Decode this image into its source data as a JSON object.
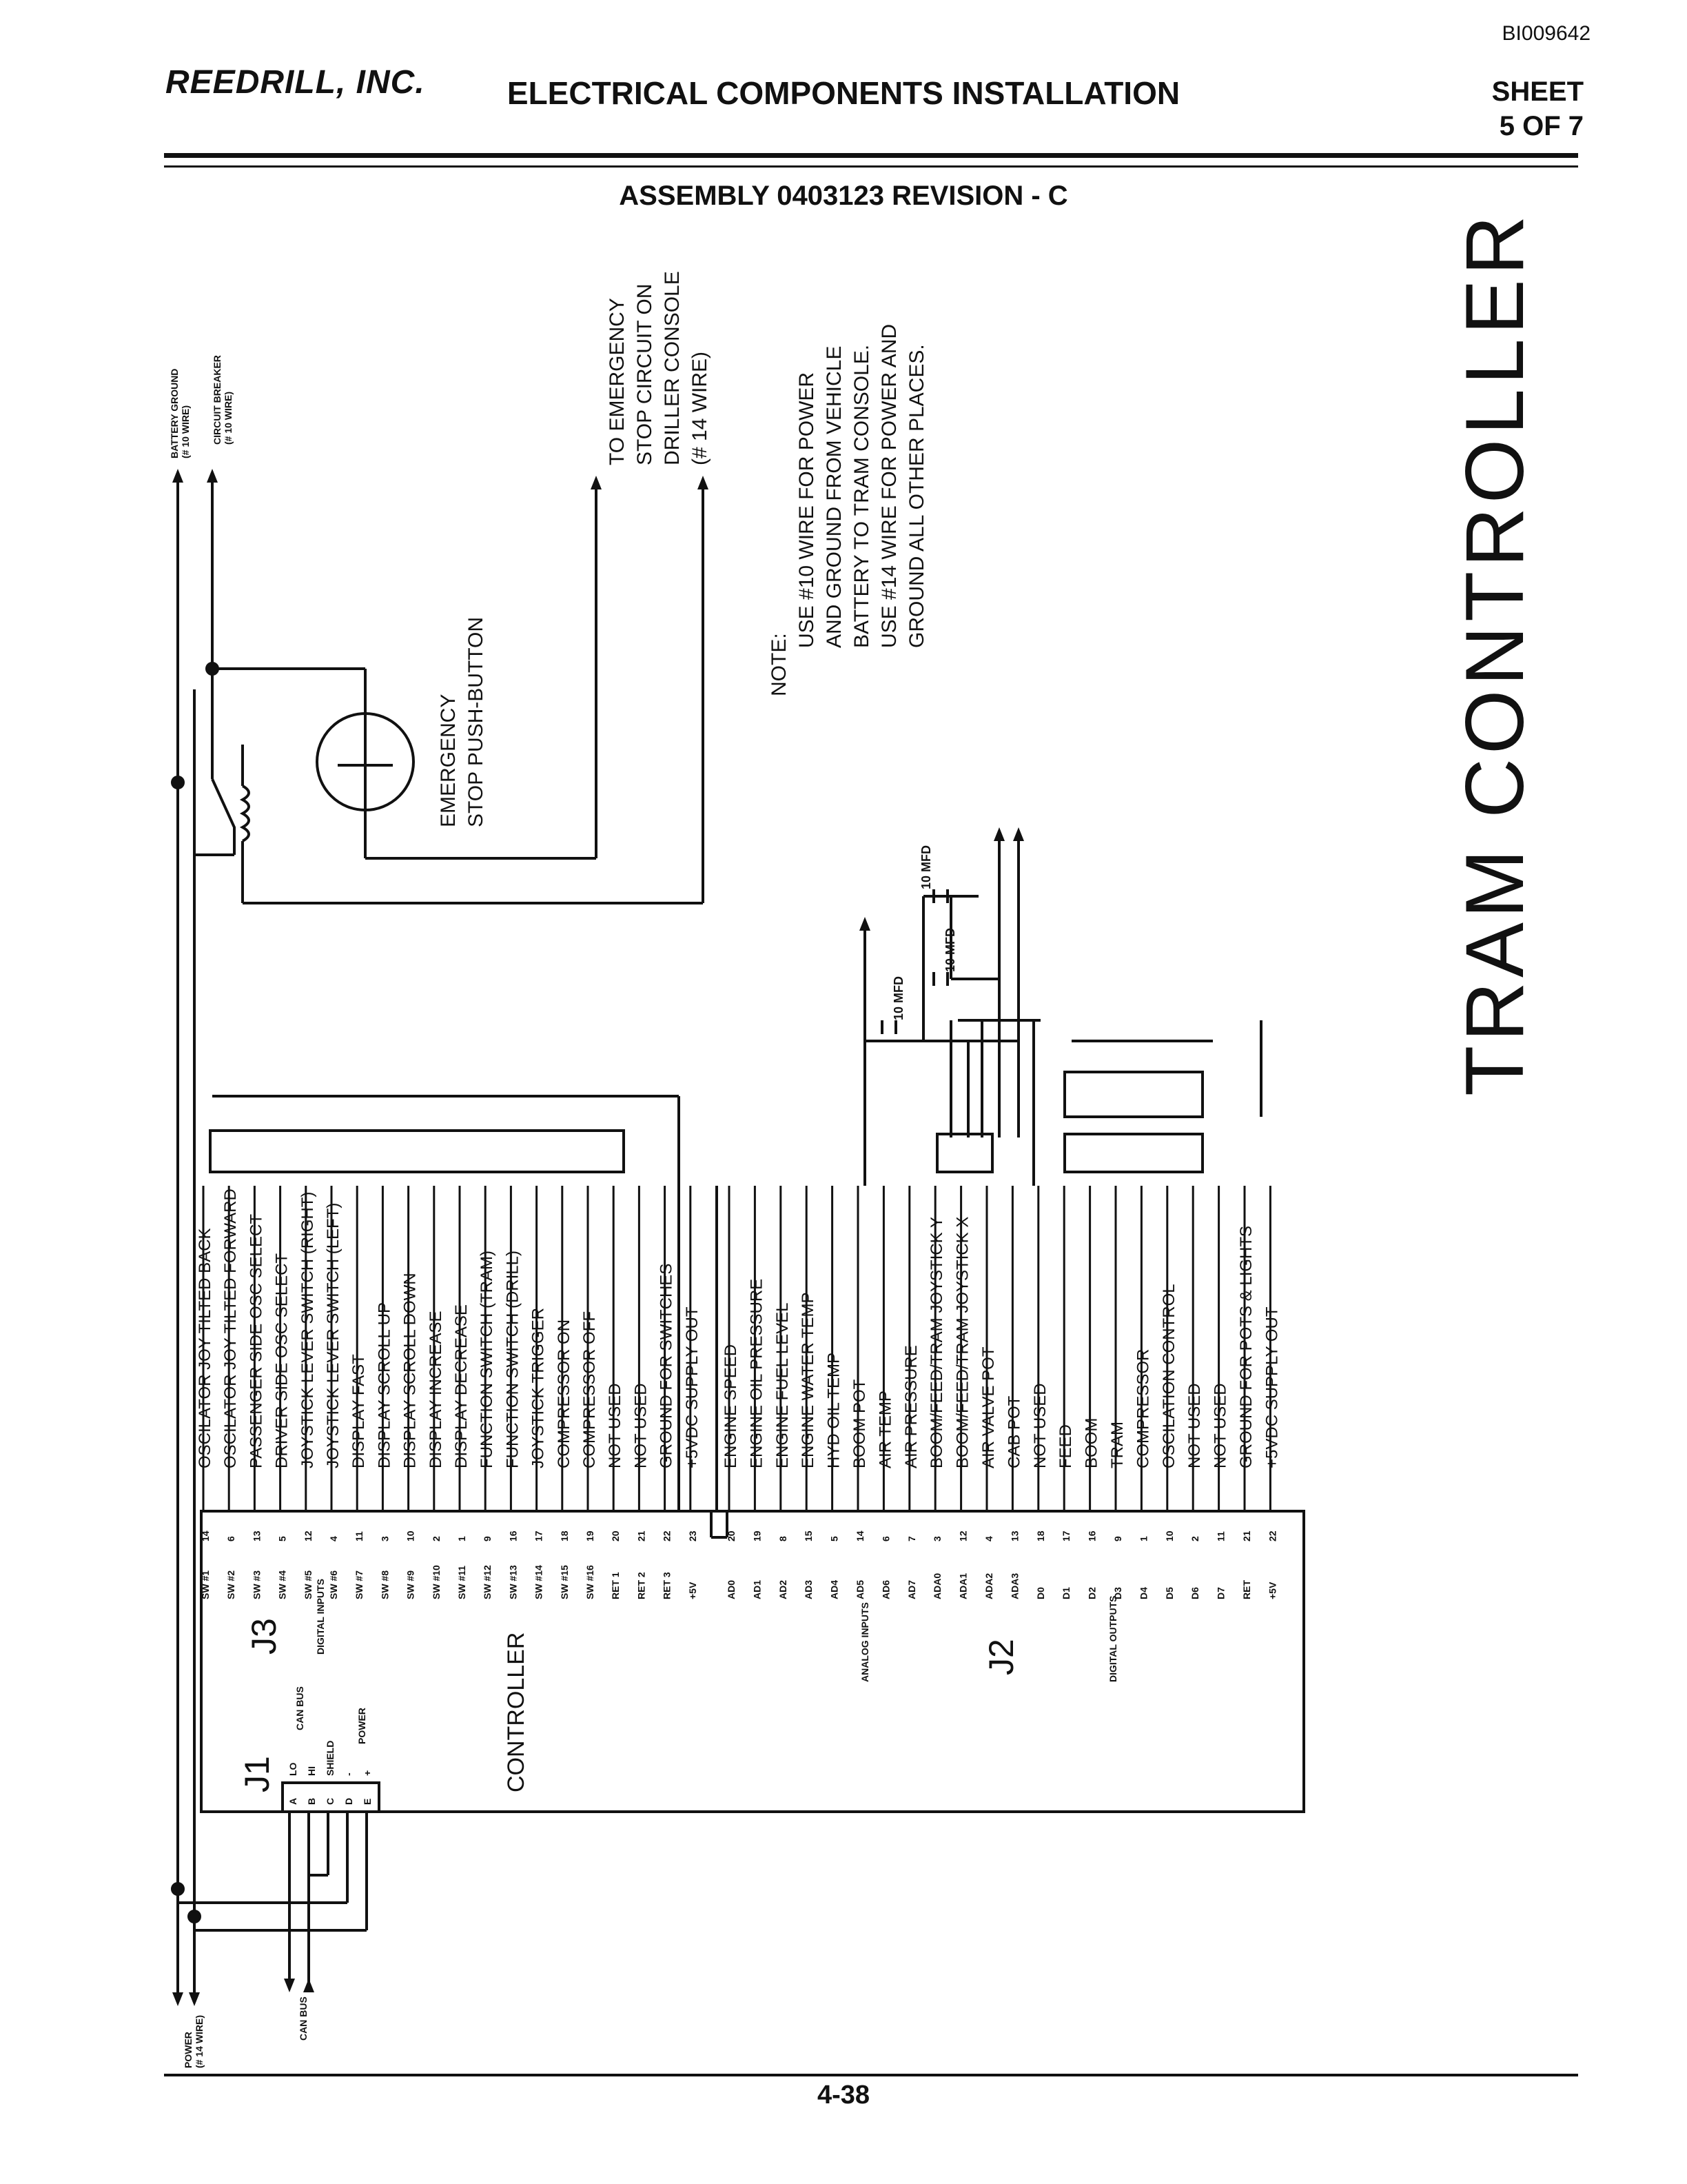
{
  "header": {
    "doc_id": "BI009642",
    "logo": "REEDRILL, INC.",
    "title": "ELECTRICAL COMPONENTS INSTALLATION",
    "sheet_label": "SHEET",
    "sheet_num": "5 OF 7",
    "assembly": "ASSEMBLY 0403123 REVISION - C"
  },
  "side_title": "TRAM CONTROLLER",
  "page_number": "4-38",
  "top_labels": {
    "battery_ground": [
      "BATTERY GROUND",
      "(# 10 WIRE)"
    ],
    "circuit_breaker": [
      "CIRCUIT BREAKER",
      "(# 10 WIRE)"
    ],
    "emergency_stop": [
      "TO EMERGENCY",
      "STOP CIRCUIT ON",
      "DRILLER CONSOLE",
      "(# 14 WIRE)"
    ],
    "pushbutton": [
      "EMERGENCY",
      "STOP PUSH-BUTTON"
    ]
  },
  "note": [
    "NOTE:",
    "USE #10 WIRE FOR POWER",
    "AND GROUND FROM VEHICLE",
    "BATTERY TO TRAM CONSOLE.",
    "USE #14 WIRE FOR POWER AND",
    "GROUND ALL OTHER PLACES."
  ],
  "capacitor_label": "10 MFD",
  "bottom_labels": {
    "power": [
      "POWER",
      "(# 14 WIRE)"
    ],
    "can_bus": "CAN BUS"
  },
  "controller": {
    "label": "CONTROLLER",
    "j1": {
      "title": "J1",
      "pins": [
        "A",
        "B",
        "C",
        "D",
        "E"
      ],
      "signals": [
        "LO",
        "HI",
        "SHIELD",
        "-",
        "+"
      ],
      "group_labels": [
        "CAN BUS",
        "POWER"
      ]
    },
    "j3": {
      "title": "J3",
      "subtitle": "DIGITAL INPUTS",
      "signals": [
        "SW #1",
        "SW #2",
        "SW #3",
        "SW #4",
        "SW #5",
        "SW #6",
        "SW #7",
        "SW #8",
        "SW #9",
        "SW #10",
        "SW #11",
        "SW #12",
        "SW #13",
        "SW #14",
        "SW #15",
        "SW #16",
        "RET 1",
        "RET 2",
        "RET 3",
        "+5V"
      ],
      "pins": [
        "14",
        "6",
        "13",
        "5",
        "12",
        "4",
        "11",
        "3",
        "10",
        "2",
        "1",
        "9",
        "16",
        "17",
        "18",
        "19",
        "20",
        "21",
        "22",
        "23"
      ],
      "functions": [
        "OSCILATOR JOY TILTED BACK",
        "OSCILATOR JOY TILTED FORWARD",
        "PASSENGER SIDE OSC SELECT",
        "DRIVER SIDE OSC SELECT",
        "JOYSTICK LEVER SWITCH (RIGHT)",
        "JOYSTICK LEVER SWITCH (LEFT)",
        "DISPLAY FAST",
        "DISPLAY SCROLL UP",
        "DISPLAY SCROLL DOWN",
        "DISPLAY INCREASE",
        "DISPLAY DECREASE",
        "FUNCTION SWITCH (TRAM)",
        "FUNCTION SWITCH (DRILL)",
        "JOYSTICK TRIGGER",
        "COMPRESSOR ON",
        "COMPRESSOR OFF",
        "NOT USED",
        "NOT USED",
        "GROUND FOR SWITCHES",
        "+5VDC SUPPLY OUT"
      ]
    },
    "j2": {
      "title": "J2",
      "analog_label": "ANALOG INPUTS",
      "digital_label": "DIGITAL OUTPUTS",
      "signals": [
        "AD0",
        "AD1",
        "AD2",
        "AD3",
        "AD4",
        "AD5",
        "AD6",
        "AD7",
        "ADA0",
        "ADA1",
        "ADA2",
        "ADA3",
        "D0",
        "D1",
        "D2",
        "D3",
        "D4",
        "D5",
        "D6",
        "D7",
        "RET",
        "+5V"
      ],
      "pins": [
        "20",
        "19",
        "8",
        "15",
        "5",
        "14",
        "6",
        "7",
        "3",
        "12",
        "4",
        "13",
        "18",
        "17",
        "16",
        "9",
        "1",
        "10",
        "2",
        "11",
        "21",
        "22"
      ],
      "functions": [
        "ENGINE SPEED",
        "ENGINE OIL PRESSURE",
        "ENGINE FUEL LEVEL",
        "ENGINE WATER TEMP",
        "HYD OIL TEMP",
        "BOOM POT",
        "AIR TEMP",
        "AIR PRESSURE",
        "BOOM/FEED/TRAM JOYSTICK Y",
        "BOOM/FEED/TRAM JOYSTICK X",
        "AIR VALVE POT",
        "CAB POT",
        "NOT USED",
        "FEED",
        "BOOM",
        "TRAM",
        "COMPRESSOR",
        "OSCILATION CONTROL",
        "NOT USED",
        "NOT USED",
        "GROUND FOR POTS & LIGHTS",
        "+5VDC SUPPLY OUT"
      ]
    }
  }
}
